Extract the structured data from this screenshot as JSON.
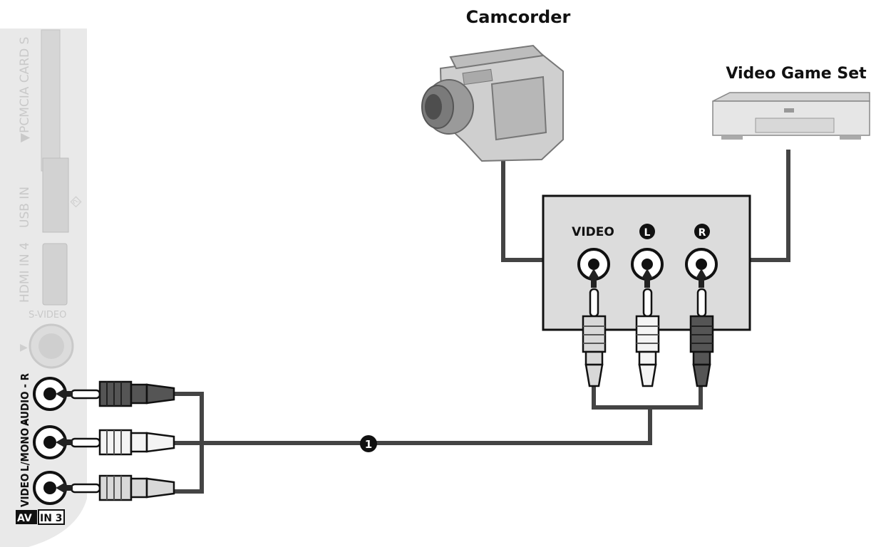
{
  "devices": {
    "camcorder": "Camcorder",
    "game_set": "Video Game Set"
  },
  "tv_panel": {
    "pcmcia": "▼PCMCIA CARD S",
    "usb": "USB IN",
    "hdmi": "HDMI IN 4",
    "svideo": "S-VIDEO",
    "audio_r": "AUDIO - R",
    "audio_l": "L/MONO -",
    "video": "VIDEO",
    "av_in_prefix": "AV",
    "av_in_label": "IN 3"
  },
  "jack_box": {
    "video": "VIDEO",
    "left": "L",
    "right": "R"
  },
  "cable_marker": "1",
  "colors": {
    "panel": "#e9e9e9",
    "box": "#dcdcdc",
    "line": "#444444",
    "plug_red": "#555555",
    "plug_white": "#f4f4f4",
    "plug_yellow": "#d8d8d8"
  }
}
